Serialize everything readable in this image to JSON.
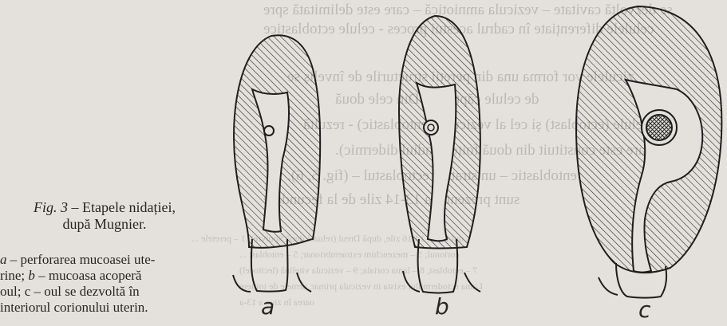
{
  "caption": {
    "label": "Fig. 3",
    "title_line1": " – Etapele nidației,",
    "title_line2": "după Mugnier."
  },
  "legend": {
    "a_letter": "a",
    "a_text": " – perforarea mucoasei ute-",
    "line2_start": "rine; ",
    "b_letter": "b",
    "b_text": " – mucoasa acoperă",
    "line3": "oul; c – oul se dezvoltă în",
    "line4": "interiorul corionului uterin."
  },
  "figure_labels": {
    "a": "a",
    "b": "b",
    "c": "c"
  },
  "bleed_through": {
    "top_line1": "se dezvoltă cavitate – vezicula amniotică – care este delimitată spre",
    "top_line2": "celulele diferențiate în cadrul acestui proces - celule ectoblastice",
    "mid_line1": "ziculele vor forma una din pereții structurile de înveliș se",
    "mid_line2": "de celule căptușite. Din cele două",
    "mid_line3": "celule (ectoblast) și cel al veziculei (entoblastic) - rezultă",
    "mid_line4": "care este constituit din două foițe (stadiul didermic).",
    "mid_line5": "entoblastic – un strat de ectoblastul – (fig. 5, 6).",
    "mid_line6": "sunt prezente la 13-14 zile de la fecundare",
    "small_line1": "oul Peter, 14-16 zile, după Dreul (reluată după Spoivre). 1 – peretele ...",
    "small_line2": "corionul; 5 – mezenchim extraembrionar; 5 – entoblast ...",
    "small_line3": "7 – ectoblast, 8 – lama coriala; 9 – vezicula vitelină (lecitocel)",
    "small_line4": "Lama ectodermului exista in vezicula primar, urmele de inițiere",
    "small_line5": "oarea în ziua a 13-a"
  }
}
